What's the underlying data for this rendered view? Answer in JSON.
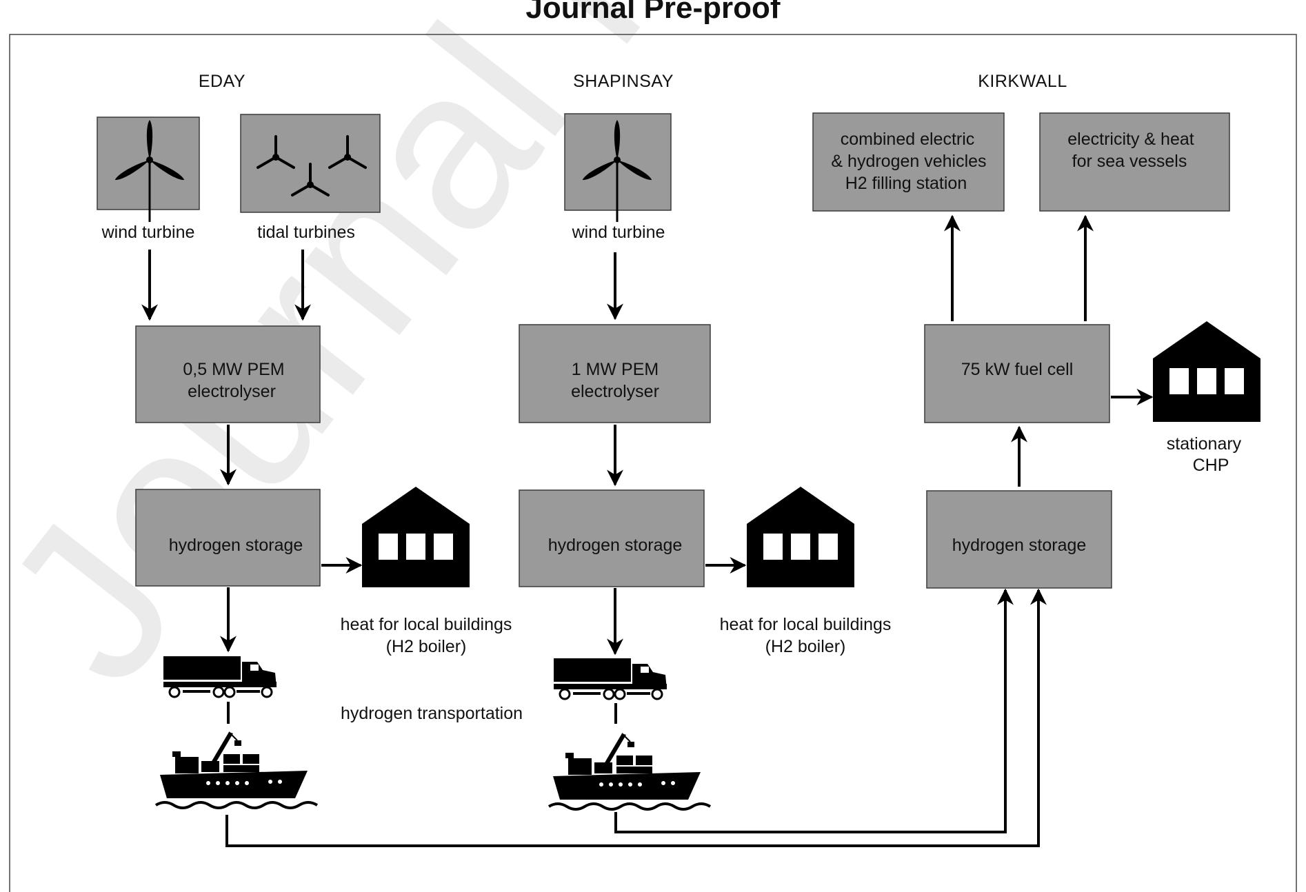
{
  "title_fragment": "Journal Pre-proof",
  "headers": {
    "eday": "EDAY",
    "shapinsay": "SHAPINSAY",
    "kirkwall": "KIRKWALL"
  },
  "eday": {
    "wind_label": "wind turbine",
    "tidal_label": "tidal turbines",
    "electrolyser": [
      "0,5 MW PEM",
      "electrolyser"
    ],
    "storage": "hydrogen storage",
    "heat_label": [
      "heat for local buildings",
      "(H2 boiler)"
    ],
    "transport_label": "hydrogen transportation"
  },
  "shapinsay": {
    "wind_label": "wind turbine",
    "electrolyser": [
      "1 MW PEM",
      "electrolyser"
    ],
    "storage": "hydrogen storage",
    "heat_label": [
      "heat for local buildings",
      "(H2 boiler)"
    ]
  },
  "kirkwall": {
    "filling_station": [
      "combined electric",
      "& hydrogen vehicles",
      "H2 filling station"
    ],
    "sea_vessels": [
      "electricity & heat",
      "for sea vessels"
    ],
    "fuel_cell": "75 kW fuel cell",
    "storage": "hydrogen storage",
    "chp_label": [
      "stationary",
      "CHP"
    ]
  },
  "colors": {
    "box_fill": "#9a9a9a",
    "line": "#000000",
    "icon": "#000000"
  },
  "icons": [
    "wind-turbine-icon",
    "tidal-turbine-icon",
    "building-icon",
    "truck-icon",
    "ship-icon"
  ]
}
